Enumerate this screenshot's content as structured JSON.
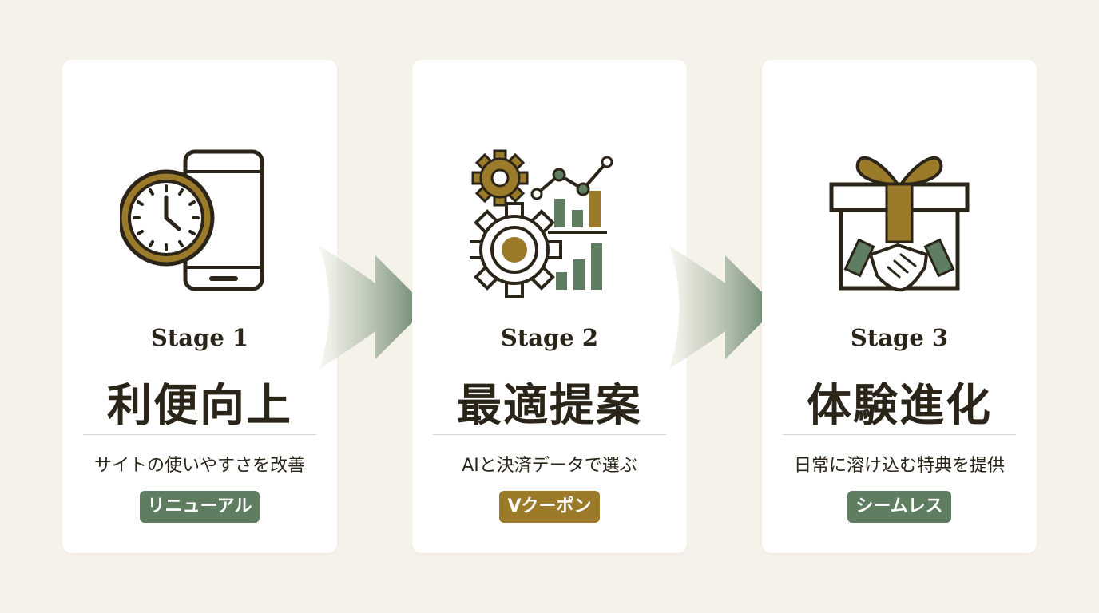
{
  "colors": {
    "background": "#f5f2ea",
    "card": "#ffffff",
    "text": "#2b2418",
    "green": "#5f7d61",
    "gold": "#9b7b2a",
    "arrow_fade": "#eef0e6",
    "arrow": "#5f7d61"
  },
  "stages": [
    {
      "stage_label": "Stage 1",
      "title": "利便向上",
      "subtitle": "サイトの使いやすさを改善",
      "badge": "リニューアル",
      "badge_color": "#5f7d61",
      "icon": "clock-smartphone-icon"
    },
    {
      "stage_label": "Stage 2",
      "title": "最適提案",
      "subtitle": "AIと決済データで選ぶ",
      "badge": "Vクーポン",
      "badge_color": "#9b7b2a",
      "icon": "gears-chart-icon"
    },
    {
      "stage_label": "Stage 3",
      "title": "体験進化",
      "subtitle": "日常に溶け込む特典を提供",
      "badge": "シームレス",
      "badge_color": "#5f7d61",
      "icon": "gift-handshake-icon"
    }
  ]
}
